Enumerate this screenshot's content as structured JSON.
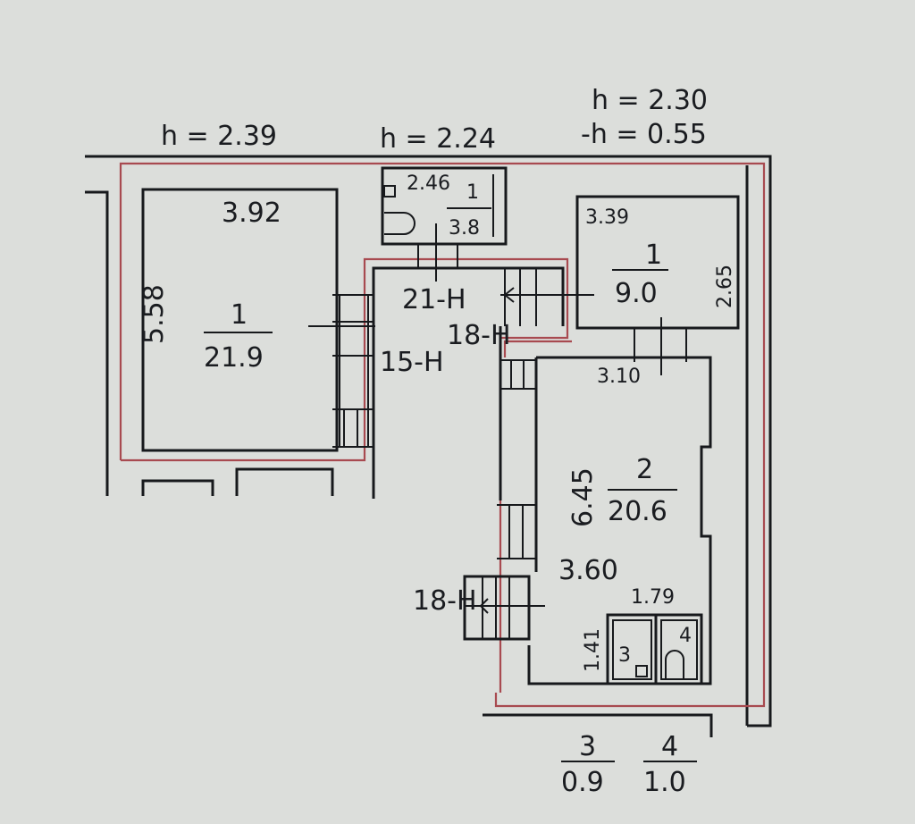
{
  "heights": {
    "left": "h = 2.39",
    "center": "h = 2.24",
    "right_top": "h = 2.30",
    "right_bottom": "-h = 0.55"
  },
  "rooms": [
    {
      "num": "1",
      "area": "21.9",
      "dims": [
        "3.92",
        "5.58"
      ]
    },
    {
      "num": "1",
      "area": "3.8",
      "dims": [
        "2.46"
      ]
    },
    {
      "num": "1",
      "area": "9.0",
      "dims": [
        "3.39",
        "2.65"
      ]
    },
    {
      "num": "2",
      "area": "20.6",
      "dims": [
        "3.10",
        "6.45",
        "3.60"
      ]
    }
  ],
  "bath_dims": [
    "1.79",
    "1.41"
  ],
  "bath_numbers": [
    "3",
    "4"
  ],
  "wall_labels": [
    "21-H",
    "15-H",
    "18-H",
    "18-H"
  ],
  "legend": [
    {
      "num": "3",
      "area": "0.9"
    },
    {
      "num": "4",
      "area": "1.0"
    }
  ]
}
